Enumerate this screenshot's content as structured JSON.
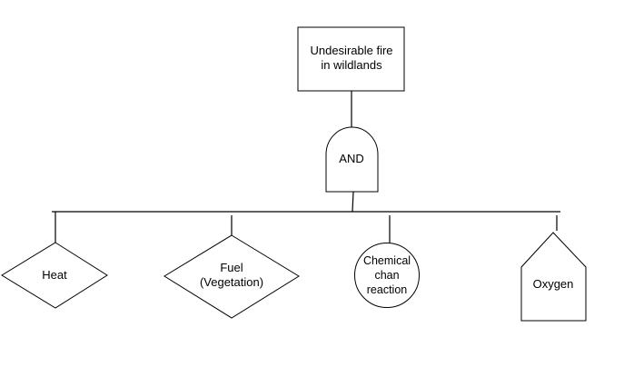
{
  "diagram": {
    "top_event": "Undesirable fire\nin wildlands",
    "gate": "AND",
    "events": {
      "heat": "Heat",
      "fuel": "Fuel\n(Vegetation)",
      "chemical": "Chemical\nchan\nreaction",
      "oxygen": "Oxygen"
    }
  }
}
